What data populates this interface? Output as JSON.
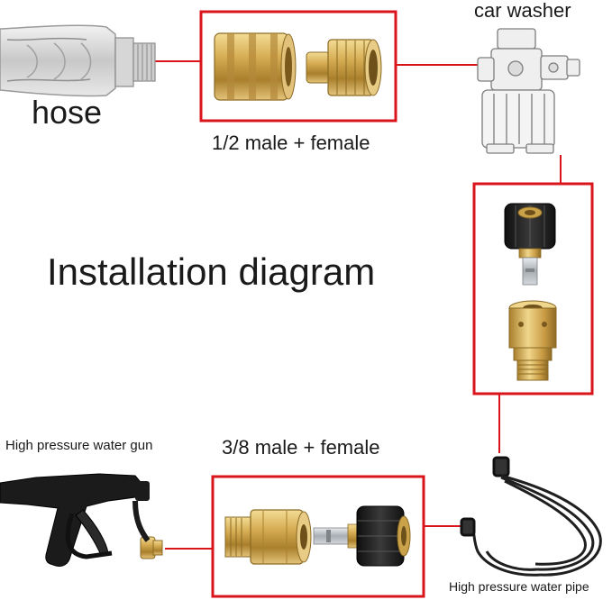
{
  "diagram": {
    "title": "Installation diagram",
    "labels": {
      "hose": "hose",
      "car_washer": "car washer",
      "top_fitting": "1/2 male + female",
      "bottom_fitting": "3/8 male + female",
      "gun": "High pressure water gun",
      "pipe": "High pressure water pipe"
    },
    "colors": {
      "frame": "#d9141b",
      "brass": "#c9a24a",
      "brass_dark": "#8a6a24",
      "black_part": "#222222",
      "steel": "#b8bcc0"
    }
  }
}
